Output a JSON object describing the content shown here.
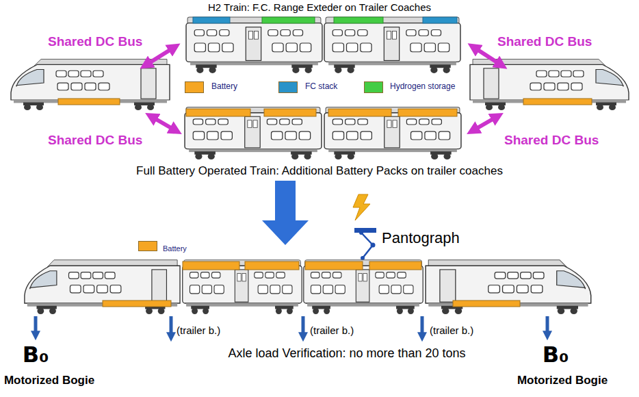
{
  "diagram": {
    "title": "H2 Train: F.C. Range Exteder on Trailer Coaches",
    "labels": [
      "Shared DC Bus",
      "Shared DC Bus",
      "Shared DC Bus",
      "Shared DC Bus",
      "Full Battery Operated Train: Additional Battery Packs on trailer coaches",
      "Pantograph",
      "(trailer b.)",
      "(trailer b.)",
      "(trailer b.)",
      "Axle load Verification: no more than 20 tons",
      "B₀",
      "Motorized Bogie",
      "B₀",
      "Motorized Bogie"
    ],
    "legend": [
      {
        "text": "Battery",
        "color": "#f5a623"
      },
      {
        "text": "FC stack",
        "color": "#2a93c9"
      },
      {
        "text": "Hydrogen storage",
        "color": "#44cc44"
      },
      {
        "text": "Battery",
        "color": "#f5a623"
      }
    ]
  }
}
